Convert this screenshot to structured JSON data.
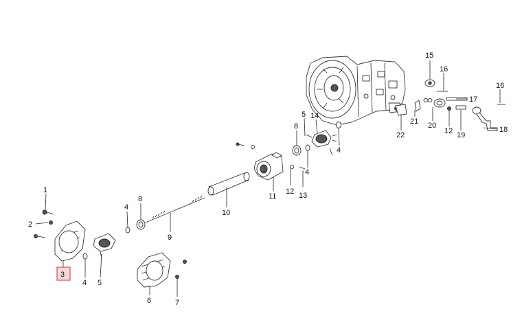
{
  "diagram": {
    "labels": [
      "1",
      "2",
      "3",
      "4",
      "4",
      "4",
      "4",
      "5",
      "5",
      "6",
      "7",
      "8",
      "8",
      "9",
      "10",
      "11",
      "12",
      "12",
      "13",
      "14",
      "15",
      "16",
      "16",
      "17",
      "18",
      "19",
      "20",
      "21",
      "22"
    ],
    "highlighted_label": "3",
    "highlight_color": "#d9534f"
  }
}
